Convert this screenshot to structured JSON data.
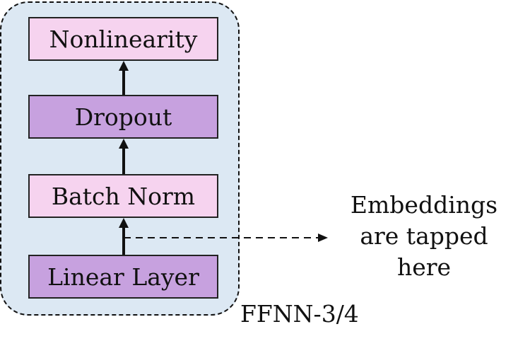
{
  "diagram": {
    "blocks": [
      {
        "id": "nonlinearity",
        "label": "Nonlinearity",
        "fill": "#f6d3ef"
      },
      {
        "id": "dropout",
        "label": "Dropout",
        "fill": "#c7a1df"
      },
      {
        "id": "batch_norm",
        "label": "Batch Norm",
        "fill": "#f6d3ef"
      },
      {
        "id": "linear_layer",
        "label": "Linear Layer",
        "fill": "#c7a1df"
      }
    ],
    "container": {
      "label": "FFNN-3/4",
      "fill": "#dce8f3"
    },
    "annotation": {
      "lines": [
        "Embeddings",
        "are tapped",
        "here"
      ]
    }
  }
}
